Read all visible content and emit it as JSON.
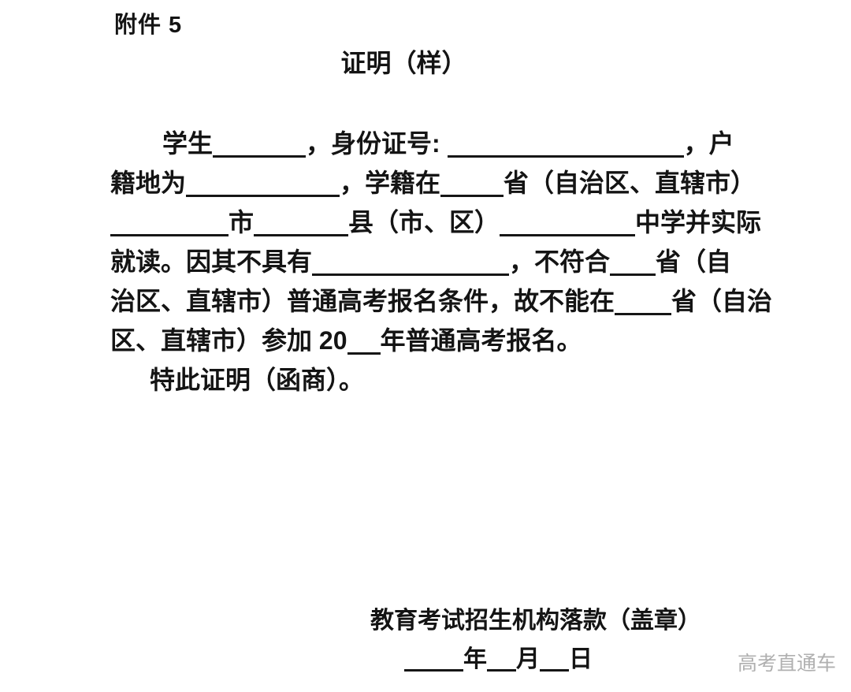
{
  "document": {
    "attachment_label": "附件 5",
    "title": "证明（样）",
    "body": {
      "lines": [
        {
          "indent": 66,
          "segments": [
            {
              "t": "学生"
            },
            {
              "u": 118
            },
            {
              "t": "，身份证号: "
            },
            {
              "u": 300
            },
            {
              "t": "，户"
            }
          ]
        },
        {
          "indent": 0,
          "segments": [
            {
              "t": "籍地为"
            },
            {
              "u": 195
            },
            {
              "t": "，学籍在"
            },
            {
              "u": 80
            },
            {
              "t": "省（自治区、直辖市）"
            }
          ]
        },
        {
          "indent": 0,
          "segments": [
            {
              "u": 150
            },
            {
              "t": "市"
            },
            {
              "u": 120
            },
            {
              "t": "县（市、区）"
            },
            {
              "u": 172
            },
            {
              "t": "中学并实际"
            }
          ]
        },
        {
          "indent": 0,
          "segments": [
            {
              "t": "就读。因其不具有"
            },
            {
              "u": 250
            },
            {
              "t": "，不符合"
            },
            {
              "u": 58
            },
            {
              "t": "省（自"
            }
          ]
        },
        {
          "indent": 0,
          "segments": [
            {
              "t": "治区、直辖市）普通高考报名条件，故不能在"
            },
            {
              "u": 72
            },
            {
              "t": "省（自治"
            }
          ]
        },
        {
          "indent": 0,
          "segments": [
            {
              "t": "区、直辖市）参加 20"
            },
            {
              "u": 42
            },
            {
              "t": "年普通高考报名。"
            }
          ]
        },
        {
          "indent": 50,
          "segments": [
            {
              "t": "特此证明（函商）。"
            }
          ]
        }
      ]
    },
    "signature_line": "教育考试招生机构落款（盖章）",
    "date_line": {
      "segments": [
        {
          "u": 75
        },
        {
          "t": "年"
        },
        {
          "u": 37
        },
        {
          "t": "月"
        },
        {
          "u": 37
        },
        {
          "t": "日"
        }
      ]
    },
    "watermark": "高考直通车",
    "colors": {
      "background": "#ffffff",
      "text": "#141414",
      "underline": "#161616",
      "watermark": "#b0b0b0"
    }
  }
}
